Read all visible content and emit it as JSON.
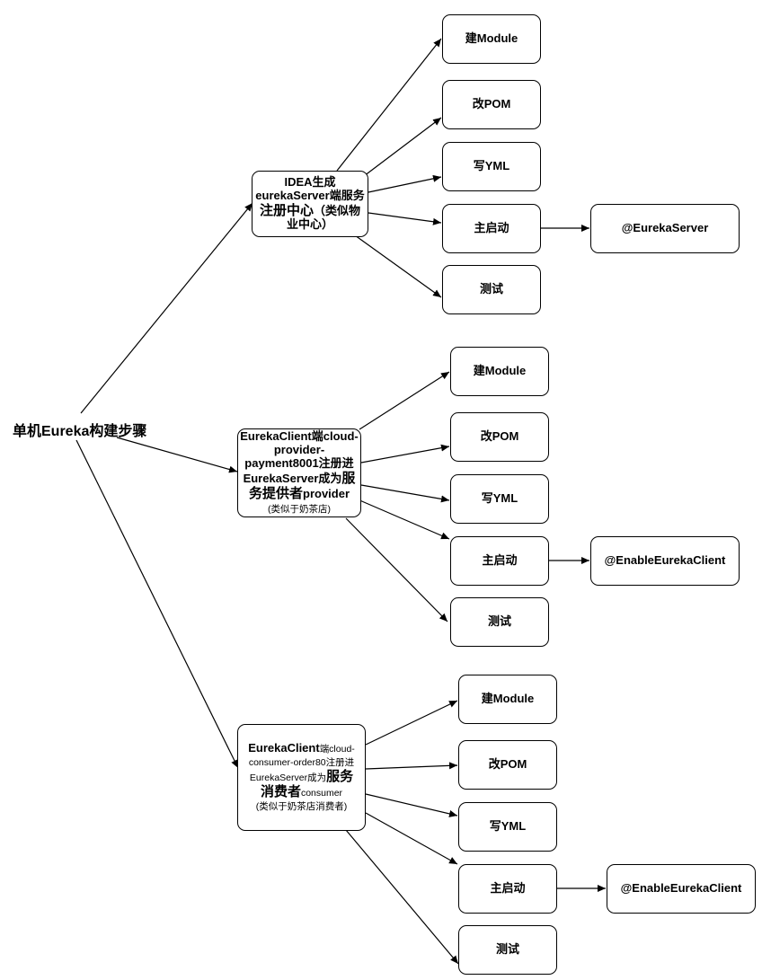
{
  "root": {
    "label": "单机Eureka构建步骤"
  },
  "server": {
    "lines": [
      [
        {
          "text": "IDEA生成",
          "style": "sm"
        }
      ],
      [
        {
          "text": "eurekaServer端服务",
          "style": "sm"
        }
      ],
      [
        {
          "text": "注册中心",
          "style": "big"
        },
        {
          "text": "（类似物",
          "style": "sm"
        }
      ],
      [
        {
          "text": "业中心）",
          "style": "sm"
        }
      ]
    ],
    "steps": [
      "建Module",
      "改POM",
      "写YML",
      "主启动",
      "测试"
    ],
    "annotation": "@EurekaServer"
  },
  "provider": {
    "lines": [
      [
        {
          "text": "EurekaClient端cloud-",
          "style": "sm"
        }
      ],
      [
        {
          "text": "provider-",
          "style": "sm"
        }
      ],
      [
        {
          "text": "payment8001注册进",
          "style": "sm"
        }
      ],
      [
        {
          "text": "EurekaServer成为",
          "style": "sm"
        },
        {
          "text": "服",
          "style": "big"
        }
      ],
      [
        {
          "text": "务提供者",
          "style": "big"
        },
        {
          "text": "provider",
          "style": "sm"
        }
      ],
      [
        {
          "text": "(类似于奶茶店)",
          "style": "note"
        }
      ]
    ],
    "steps": [
      "建Module",
      "改POM",
      "写YML",
      "主启动",
      "测试"
    ],
    "annotation": "@EnableEurekaClient"
  },
  "consumer": {
    "lines": [
      [
        {
          "text": "EurekaClient",
          "style": "sm"
        },
        {
          "text": "端cloud-",
          "style": "xs"
        }
      ],
      [
        {
          "text": "consumer-order80注册进",
          "style": "xs"
        }
      ],
      [
        {
          "text": "EurekaServer成为",
          "style": "xs"
        },
        {
          "text": "服务",
          "style": "big"
        }
      ],
      [
        {
          "text": "消费者",
          "style": "big"
        },
        {
          "text": "consumer",
          "style": "xs"
        }
      ],
      [
        {
          "text": "(类似于奶茶店消费者)",
          "style": "note"
        }
      ]
    ],
    "steps": [
      "建Module",
      "改POM",
      "写YML",
      "主启动",
      "测试"
    ],
    "annotation": "@EnableEurekaClient"
  }
}
